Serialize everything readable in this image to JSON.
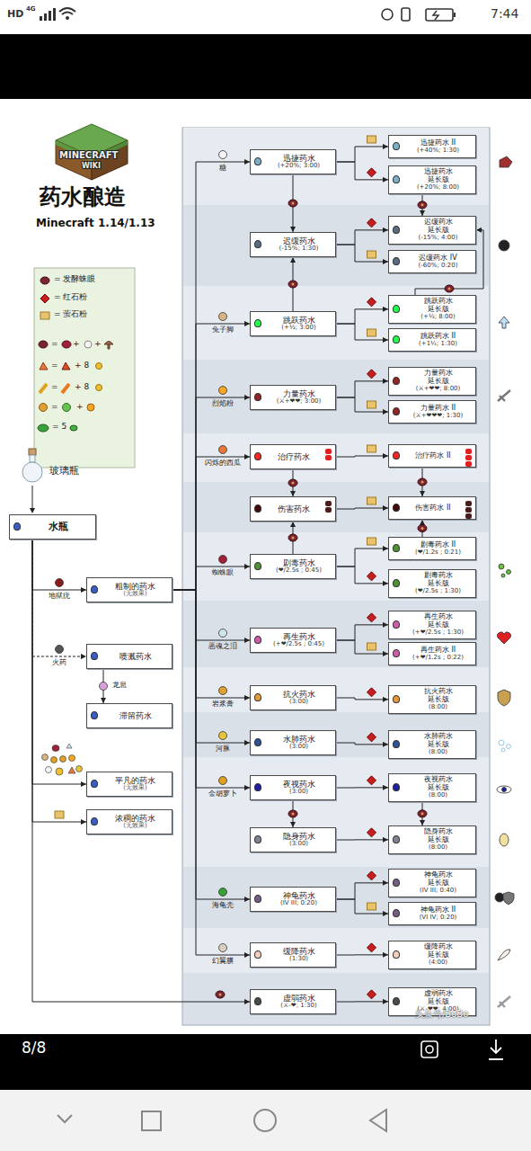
{
  "diagram": {
    "title": "药水酿造",
    "nodes": [
      {
        "text": [
          "水瓶"
        ]
      },
      {
        "text": [
          "粗制的药水",
          "(无效果)"
        ]
      },
      {
        "text": [
          "喷溅药水"
        ]
      },
      {
        "text": [
          "滞留药水"
        ]
      },
      {
        "text": [
          "平凡的药水",
          "(无效果)"
        ]
      },
      {
        "text": [
          "浓稠的药水",
          "(无效果)"
        ]
      },
      {
        "text": [
          "迅捷药水",
          "(+20%; 3:00)"
        ]
      },
      {
        "text": [
          "迅捷药水 II",
          "(+40%; 1:30)"
        ]
      },
      {
        "text": [
          "迅捷药水 延长版",
          "(+20%; 8:00)"
        ]
      },
      {
        "text": [
          "迟缓药水",
          "(-15%; 1:30)"
        ]
      },
      {
        "text": [
          "迟缓药水 延长版",
          "(-15%; 4:00)"
        ]
      },
      {
        "text": [
          "迟缓药水 IV",
          "(-60%; 0:20)"
        ]
      },
      {
        "text": [
          "跳跃药水",
          "(+½; 3:00)"
        ]
      },
      {
        "text": [
          "跳跃药水 延长版",
          "(+½; 8:00)"
        ]
      },
      {
        "text": [
          "跳跃药水 II",
          "(+1¼; 1:30)"
        ]
      },
      {
        "text": [
          "力量药水",
          "(⚔+❤❤; 3:00)"
        ]
      },
      {
        "text": [
          "力量药水 延长版",
          "(⚔+❤❤; 8:00)"
        ]
      },
      {
        "text": [
          "力量药水 II",
          "(⚔+❤❤❤; 1:30)"
        ]
      },
      {
        "text": [
          "治疗药水"
        ]
      },
      {
        "text": [
          "治疗药水 II"
        ]
      },
      {
        "text": [
          "伤害药水"
        ]
      },
      {
        "text": [
          "伤害药水 II"
        ]
      },
      {
        "text": [
          "剧毒药水",
          "(❤/2.5s ; 0:45)"
        ]
      },
      {
        "text": [
          "剧毒药水 II",
          "(❤/1.2s ; 0:21)"
        ]
      },
      {
        "text": [
          "剧毒药水 延长版",
          "(❤/2.5s ; 1:30)"
        ]
      },
      {
        "text": [
          "再生药水",
          "(+❤/2.5s ; 0:45)"
        ]
      },
      {
        "text": [
          "再生药水 延长版",
          "(+❤/2.5s ; 1:30)"
        ]
      },
      {
        "text": [
          "再生药水 II",
          "(+❤/1.2s ; 0:22)"
        ]
      },
      {
        "text": [
          "抗火药水",
          "(3:00)"
        ]
      },
      {
        "text": [
          "抗火药水 延长版",
          "(8:00)"
        ]
      },
      {
        "text": [
          "水肺药水",
          "(3:00)"
        ]
      },
      {
        "text": [
          "水肺药水 延长版",
          "(8:00)"
        ]
      },
      {
        "text": [
          "夜视药水",
          "(3:00)"
        ]
      },
      {
        "text": [
          "夜视药水 延长版",
          "(8:00)"
        ]
      },
      {
        "text": [
          "隐身药水",
          "(3:00)"
        ]
      },
      {
        "text": [
          "隐身药水 延长版",
          "(8:00)"
        ]
      },
      {
        "text": [
          "神龟药水",
          "(IV III; 0:20)"
        ]
      },
      {
        "text": [
          "神龟药水 延长版",
          "(IV III; 0:40)"
        ]
      },
      {
        "text": [
          "神龟药水 II",
          "(VI IV; 0:20)"
        ]
      },
      {
        "text": [
          "缓降药水",
          "(1:30)"
        ]
      },
      {
        "text": [
          "缓降药水 延长版",
          "(4:00)"
        ]
      },
      {
        "text": [
          "虚弱药水",
          "(⚔-❤; 1:30)"
        ]
      },
      {
        "text": [
          "虚弱药水 延长版",
          "(⚔-❤❤; 4:00)"
        ]
      }
    ],
    "edges": [
      {
        "from": 0,
        "to": 1,
        "label": "地狱疣",
        "arrow": "to"
      },
      {
        "from": 0,
        "to": 2,
        "label": "火药",
        "arrow": "to"
      },
      {
        "from": 2,
        "to": 3,
        "label": "龙息",
        "arrow": "to"
      },
      {
        "from": 0,
        "to": 4,
        "arrow": "to"
      },
      {
        "from": 0,
        "to": 5,
        "arrow": "to"
      },
      {
        "from": 0,
        "to": 41,
        "arrow": "to"
      },
      {
        "from": 1,
        "to": 6,
        "label": "糖",
        "arrow": "to"
      },
      {
        "from": 1,
        "to": 12,
        "label": "兔子脚",
        "arrow": "to"
      },
      {
        "from": 1,
        "to": 15,
        "label": "烈焰粉",
        "arrow": "to"
      },
      {
        "from": 1,
        "to": 18,
        "label": "闪烁的西瓜",
        "arrow": "to"
      },
      {
        "from": 1,
        "to": 22,
        "label": "蜘蛛眼",
        "arrow": "to"
      },
      {
        "from": 1,
        "to": 25,
        "label": "恶魂之泪",
        "arrow": "to"
      },
      {
        "from": 1,
        "to": 28,
        "label": "岩浆膏",
        "arrow": "to"
      },
      {
        "from": 1,
        "to": 30,
        "label": "河豚",
        "arrow": "to"
      },
      {
        "from": 1,
        "to": 32,
        "label": "金胡萝卜",
        "arrow": "to"
      },
      {
        "from": 1,
        "to": 36,
        "label": "海龟壳",
        "arrow": "to"
      },
      {
        "from": 1,
        "to": 39,
        "label": "幻翼膜",
        "arrow": "to"
      },
      {
        "from": 6,
        "to": 7,
        "arrow": "to"
      },
      {
        "from": 6,
        "to": 8,
        "arrow": "to"
      },
      {
        "from": 6,
        "to": 9,
        "arrow": "to"
      },
      {
        "from": 12,
        "to": 9,
        "arrow": "to"
      },
      {
        "from": 9,
        "to": 10,
        "arrow": "to"
      },
      {
        "from": 9,
        "to": 11,
        "arrow": "to"
      },
      {
        "from": 8,
        "to": 10,
        "arrow": "to"
      },
      {
        "from": 13,
        "to": 10,
        "arrow": "to"
      },
      {
        "from": 12,
        "to": 13,
        "arrow": "to"
      },
      {
        "from": 12,
        "to": 14,
        "arrow": "to"
      },
      {
        "from": 15,
        "to": 16,
        "arrow": "to"
      },
      {
        "from": 15,
        "to": 17,
        "arrow": "to"
      },
      {
        "from": 18,
        "to": 19,
        "arrow": "to"
      },
      {
        "from": 18,
        "to": 20,
        "arrow": "to"
      },
      {
        "from": 19,
        "to": 21,
        "arrow": "to"
      },
      {
        "from": 20,
        "to": 21,
        "arrow": "to"
      },
      {
        "from": 22,
        "to": 20,
        "arrow": "to"
      },
      {
        "from": 23,
        "to": 21,
        "arrow": "to"
      },
      {
        "from": 22,
        "to": 23,
        "arrow": "to"
      },
      {
        "from": 22,
        "to": 24,
        "arrow": "to"
      },
      {
        "from": 25,
        "to": 26,
        "arrow": "to"
      },
      {
        "from": 25,
        "to": 27,
        "arrow": "to"
      },
      {
        "from": 28,
        "to": 29,
        "arrow": "to"
      },
      {
        "from": 30,
        "to": 31,
        "arrow": "to"
      },
      {
        "from": 32,
        "to": 33,
        "arrow": "to"
      },
      {
        "from": 32,
        "to": 34,
        "arrow": "to"
      },
      {
        "from": 33,
        "to": 35,
        "arrow": "to"
      },
      {
        "from": 34,
        "to": 35,
        "arrow": "to"
      },
      {
        "from": 36,
        "to": 37,
        "arrow": "to"
      },
      {
        "from": 36,
        "to": 38,
        "arrow": "to"
      },
      {
        "from": 39,
        "to": 40,
        "arrow": "to"
      },
      {
        "from": 41,
        "to": 42,
        "arrow": "to"
      }
    ],
    "labels": [
      "HD",
      "4G",
      "7:44",
      "MINECRAFT",
      "WIKI",
      "Minecraft 1.14/1.13",
      "玻璃瓶",
      "=",
      "+",
      "+",
      "=",
      "+ 8",
      "=",
      "+ 8",
      "=",
      "+",
      "= 5",
      "头条号/BoBo",
      "8/8"
    ],
    "legend": [
      {
        "text": "= 发酵蛛眼"
      },
      {
        "text": "= 红石粉"
      },
      {
        "text": "= 萤石粉"
      }
    ]
  }
}
